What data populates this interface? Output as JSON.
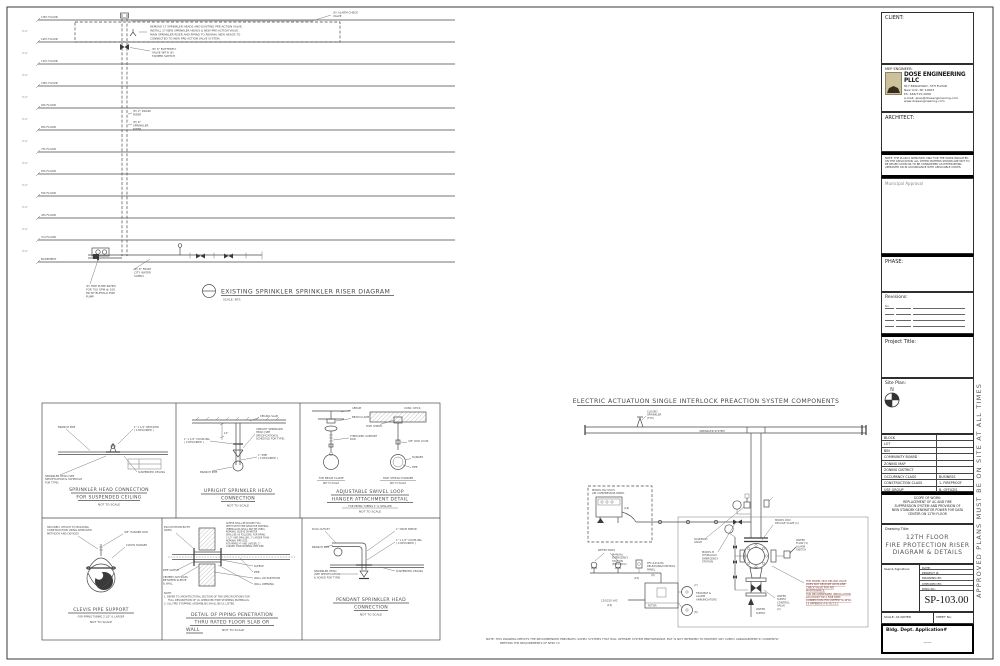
{
  "colors": {
    "ink": "#4a4a4a",
    "red_note": "#7b3b2f",
    "logo_tan": "#cdc19c",
    "paper": "#ffffff"
  },
  "riser": {
    "title": "EXISTING SPRINKLER SPRINKLER RISER DIAGRAM",
    "scale": "SCALE: NTS",
    "floors": [
      "13th FLOOR",
      "12th FLOOR",
      "11th FLOOR",
      "10th FLOOR",
      "9th FLOOR",
      "8th FLOOR",
      "7th FLOOR",
      "6th FLOOR",
      "5th FLOOR",
      "4th FLOOR",
      "3rd FLOOR"
    ],
    "basement": "BASEMENT",
    "floor_dim": "9'-6\"",
    "alarm_check": [
      "(E) ALARM CHECK",
      "VALVE"
    ],
    "scope_note": [
      "REMOVE 17 SPRINKLER HEADS AND EXISTING PRE-ACTION VALVE.",
      "INSTALL 17 NEW SPRINKLER HEADS & NEW PRE-ACTION VALVE.",
      "MAIN SPRINKLER RISER AND PIPING TO REMAIN. NEW HEADS TO",
      "CONNECTED TO NEW PRE-ACTION VALVE SYSTEM."
    ],
    "butterfly": [
      "(E) 6\" BUTTERFLY",
      "VALVE WITH (E)",
      "TAMPER SWITCH"
    ],
    "drain": [
      "(E) 2\" DRAIN",
      "RISER"
    ],
    "sprk_riser": [
      "(E) 6\"",
      "SPRINKLER",
      "RISER"
    ],
    "city": [
      "(E) 6\" FROM",
      "CITY WATER",
      "SUPPLY"
    ],
    "pump": [
      "(E) FIRE PUMP RATED",
      "FOR 750 GPM @ 100",
      "PSI BY BUFFALO FIRE",
      "PUMP"
    ]
  },
  "details": {
    "d1": {
      "title1": "SPRINKLER HEAD CONNECTION",
      "title2": "FOR SUSPENDED CEILING",
      "nts": "NOT TO SCALE",
      "branch": "BRANCH PIPE",
      "reducer": [
        "1\" x 1/2\" REDUCER",
        "( 4 REQUIRED )"
      ],
      "head": [
        "SPRINKLER HEAD (SEE",
        "SPECIFICATION & SCHEDULE",
        "FOR TYPE)"
      ],
      "ceiling": "SUSPENDED CEILING"
    },
    "d2": {
      "title1": "UPRIGHT SPRINKLER HEAD",
      "title2": "CONNECTION",
      "nts": "NOT TO SCALE",
      "slab": "CEILING SLAB",
      "head": [
        "UPRIGHT SPRINKLER",
        "HEAD (SEE",
        "SPECIFICATION &",
        "SCHEDULE FOR TYPE)"
      ],
      "coupling": [
        "1\" x 1/2\" COUPLING",
        "( 4 REQUIRED )"
      ],
      "pipe": [
        "1\" PIPE",
        "( 4 REQUIRED )"
      ],
      "branch": "BRANCH PIPE",
      "dim": "12\""
    },
    "d3": {
      "title1": "ADJUSTABLE SWIVEL LOOP",
      "title2": "HANGER ATTACHMENT DETAIL",
      "sub": "FOR PIPING TUBING 2\" & SMALLER",
      "nts": "NOT TO SCALE",
      "ibeam": "I-BEAM",
      "clamp": "BEAM CLAMP",
      "rod": [
        "THREADED SUPPORT",
        "ROD"
      ],
      "cap1a": "TOP BEAM CLAMP",
      "cap1b": "NOT TO SCALE",
      "conc": "CONC. DECK",
      "hilti": "HILTI SHIELD",
      "coup": "3/8\" ROD COUP.",
      "hanger": "HANGER",
      "pipe": "PIPE",
      "cap2a": "HILTI SHIELD HANGER",
      "cap2b": "NOT TO SCALE"
    },
    "d4": {
      "title1": "CLEVIS PIPE SUPPORT",
      "sub": "FOR PIPING TUBING 2 1/2\" & LARGER",
      "nts": "NOT TO SCALE",
      "attach": [
        "SECURELY ATTACH TO BUILDING",
        "CONSTRUCTION USING APPROVED",
        "METHODS AND DEVICES"
      ],
      "rod": "3/8\" HANGER ROD",
      "clevis": "CLEVIS HANGER"
    },
    "d5": {
      "title1": "DETAIL OF PIPING PENETRATION",
      "title2": "THRU RATED FLOOR SLAB OR",
      "title3": "WALL",
      "nts": "NOT TO SCALE",
      "esc": [
        "ESCUTCHEON BOTH",
        "SIDES"
      ],
      "pipe_sleeve": "PIPE SLEEVE",
      "cement": [
        "CEMENT ANY GAPS",
        "BETWEEN SLEEVE",
        "& WALL"
      ],
      "sleeve": "SLEEVE",
      "pipe": "PIPE",
      "wall": "WALL OR PARTITION",
      "opening": "WALL OPENING",
      "packing": [
        "SLEEVE SHALL BE PACKED FULL",
        "DEPTH WITH FIRE RESISTIVE MATERIAL",
        "(FIBERGLASS SHALL NOT BE USED).",
        "NOMINAL SLEEVE DIAMETER",
        "SHALL BE AS FOLLOWS: FOR PIPING",
        "3 1/2\" AND SMALLER, 1\" LARGER THAN",
        "NOMINAL PIPE SIZE.",
        "FOR PIPING 4\" AND LARGER, 2\"",
        "LARGER THAN NOMINAL PIPE SIZE."
      ],
      "notes": [
        "NOTE:",
        "1.  REFER TO ARCHITECTURAL SECTION OF THE SPECIFICATIONS FOR",
        "FULL DESCRIPTION OF UL APPROVED FIRE STOPPING MATERIALS.",
        "2.  ALL FIRE STOPPING ASSEMBLIES SHALL BE UL LISTED."
      ]
    },
    "d6": {
      "title1": "PENDANT SPRINKLER HEAD",
      "title2": "CONNECTION",
      "nts": "NOT TO SCALE",
      "plug": "PLUG OUTLET",
      "branch": "BRANCH PIPE",
      "drop": "1\" DROP NIPPLE",
      "coupling": [
        "1\" x 1/2\" COUPLING",
        "( 4 REQUIRED )"
      ],
      "head": [
        "SPRINKLER HEAD",
        "(SEE SPECIFICATION",
        "& SCHED FOR TYPE)"
      ],
      "ceiling": "SUSPENDED CEILING"
    }
  },
  "preaction": {
    "title": "ELECTRIC ACTUATUON SINGLE INTERLOCK PREACTION SYSTEM COMPONENTS",
    "closed_sprinkler": [
      "CLOSED",
      "SPRINKLER",
      "(TYP)"
    ],
    "system": "SPRINKLER SYSTEM",
    "compressor": [
      "MODEL 8A/ VK-VS",
      "AIR COMPRESSOR PANEL"
    ],
    "n16": "(16)",
    "detectors": "DETECTORS",
    "panel": [
      "PFC-4410-RC",
      "RELEASING/CONTROL",
      "PANEL"
    ],
    "n9": "(9)",
    "brand": "POTTER",
    "manual": [
      "MANUAL",
      "EMERGENCY",
      "STATION",
      "(ELECTRIC)"
    ],
    "n10": "(10)",
    "vac": "120/220 VAC",
    "n14": "(14)",
    "solenoid": [
      "SOLENOID",
      "VALVE"
    ],
    "hydraulic": [
      "MODEL B",
      "HYDRAULIC",
      "EMERGENCY",
      "STATION"
    ],
    "annunc": [
      "TROUBLE &",
      "ALARM",
      "ANNUNCIATORS"
    ],
    "n7": "(7)",
    "n8": "(8)",
    "deluge": [
      "MODEL DDX",
      "DELUGE VALVE (1)"
    ],
    "flow": [
      "WATER",
      "FLOW (3)",
      "ALARM",
      "SWITCH"
    ],
    "control": [
      "WATER",
      "SUPPLY",
      "CONTROL",
      "VALVE",
      "(2)"
    ],
    "supply": [
      "WATER",
      "SUPPLY"
    ],
    "note": [
      "THE MODEL DDX DELUGE VALVE",
      "DOES NOT REQUIRE AN IN-LINE",
      "CHECK VALVE FOR AIR",
      "MAINTENANCE.",
      "FOR RECOMMENDED INSTALLATION",
      "LOCATION FOR A FIRE DEPT.",
      "CONNECTION (FDC) REFER TO NFPA",
      "13 APPENDIX A-8-16.2.3.1"
    ]
  },
  "bottom_note": [
    "NOTE: THIS DRAWING DEPICTS THE RECOMMENDED PNEUMATIC SUPPLY SYSTEMS THAT WILL OPTIMIZE SYSTEM PERFORMANCE, BUT IS NOT INTENDED TO PROHIBIT ANY SUPPLY ARRANGEMENT(S) CURRENTLY",
    "MEETING THE REQUIREMENTS OF NFPA 13."
  ],
  "titleblock": {
    "client": "CLIENT:",
    "mep": "MEP ENGINEER:",
    "firm": "DOSE ENGINEERING PLLC",
    "addr": [
      "817 BROADWAY, 5TH FLOOR",
      "New York, NY 10003",
      "Ph: 646/715-2096",
      "e-mail: apex@doseengineering.com",
      "www.doseengineering.com"
    ],
    "architect": "ARCHITECT:",
    "dob_note": "NOTE: THE PLAN IS APPROVED ONLY FOR THE WORK INDICATED ON THE APPLICATION. ALL OTHER MATTERS SHOWN ARE NOT TO BE RELIED UPON OR TO BE CONSIDERED AS EITHER BEING APPROVED OR IN ACCORDANCE WITH APPLICABLE CODES.",
    "municipal": "Municipal Approval",
    "phase": "PHASE:",
    "revisions": "Revisions:",
    "rev_no": "No.",
    "project": "Project Title:",
    "site": "Site Plan:",
    "north": "N",
    "table": {
      "rows": [
        {
          "k": "BLOCK",
          "v": ""
        },
        {
          "k": "LOT",
          "v": ""
        },
        {
          "k": "BIN",
          "v": ""
        },
        {
          "k": "COMMUNITY BOARD",
          "v": ""
        },
        {
          "k": "ZONING MAP",
          "v": ""
        },
        {
          "k": "ZONING DISTRICT",
          "v": ""
        },
        {
          "k": "OCCUPANCY CLASS",
          "v": "BUSINESS"
        },
        {
          "k": "CONSTRUCTION CLASS",
          "v": "1- FIREPROOF"
        },
        {
          "k": "USE GROUP",
          "v": "B- OFFICES"
        }
      ]
    },
    "scope": [
      "SCOPE OF WORK:",
      "REPLACEMENT OF AC AND FIRE",
      "SUPPRESSION SYSTEM AND PROVISION OF",
      "NEW STANDBY GENERATOR POWER FOR DATA",
      "CENTER ON 12TH FLOOR"
    ],
    "dt_label": "Drawing Title:",
    "dt": [
      "12TH FLOOR",
      "FIRE PROTECTION RISER",
      "DIAGRAM & DETAILS"
    ],
    "seal": "Seal & Signature:",
    "date": "DATE:",
    "proj": "PROJECT #:",
    "drawn": "DRAWING BY:",
    "checked": "CHECKED BY:",
    "dwg": "DWG No:",
    "dwg_no": "SP-103.00",
    "scale": "SCALE:  AS NOTED",
    "sheet": "SHEET No:",
    "bldg": "Bldg. Dept. Application#",
    "dash": "——",
    "side": "APPROVED PLANS MUST BE ON SITE AT ALL TIMES"
  }
}
